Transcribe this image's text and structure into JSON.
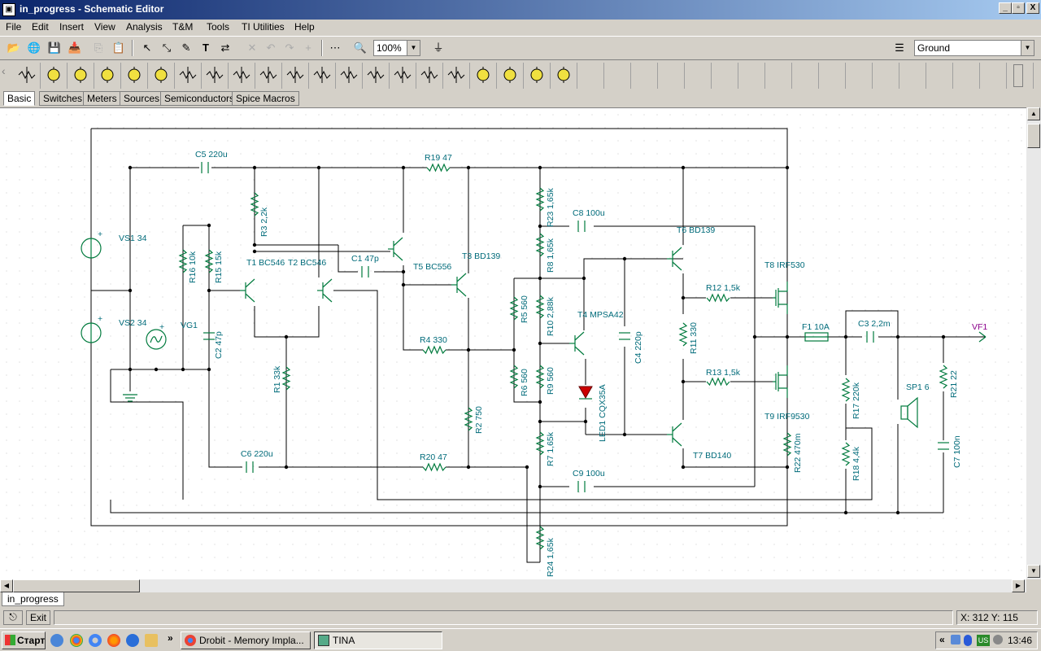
{
  "window": {
    "title": "in_progress - Schematic Editor",
    "minimize": "_",
    "maximize": "▫",
    "close": "X"
  },
  "menu": [
    "File",
    "Edit",
    "Insert",
    "View",
    "Analysis",
    "T&M",
    "Tools",
    "TI Utilities",
    "Help"
  ],
  "toolbar": {
    "zoom": "100%",
    "ground_select": "Ground"
  },
  "category_tabs": [
    "Basic",
    "Switches",
    "Meters",
    "Sources",
    "Semiconductors",
    "Spice Macros"
  ],
  "schematic": {
    "labels": {
      "C5": "C5 220u",
      "R19": "R19 47",
      "VS1": "VS1 34",
      "VS2": "VS2 34",
      "VG1": "VG1",
      "R3": "R3 2,2k",
      "R16": "R16 10k",
      "R15": "R15 15k",
      "T1": "T1 BC546",
      "T2": "T2 BC546",
      "C1": "C1 47p",
      "T5": "T5 BC556",
      "T3": "T3 BD139",
      "R23": "R23 1,65k",
      "C8": "C8 100u",
      "T6": "T6 BD139",
      "T8": "T8 IRF530",
      "R8": "R8 1,65k",
      "R5": "R5 560",
      "R10": "R10 2,88k",
      "T4": "T4 MPSA42",
      "C4": "C4 220p",
      "R11": "R11 330",
      "R12": "R12 1,5k",
      "C2": "C2 47p",
      "R4": "R4 330",
      "F1": "F1 10A",
      "C3": "C3 2,2m",
      "VF1": "VF1",
      "R13": "R13 1,5k",
      "R1": "R1 33k",
      "R6": "R6 560",
      "R9": "R9 560",
      "LED1": "LED1 CQX35A",
      "R2": "R2 750",
      "T9": "T9 IRF9530",
      "R17": "R17 220k",
      "SP1": "SP1 6",
      "R21": "R21 22",
      "C6": "C6 220u",
      "R20": "R20 47",
      "R7": "R7 1,65k",
      "T7": "T7 BD140",
      "R22": "R22 470m",
      "R18": "R18 4,4k",
      "C7": "C7 100n",
      "C9": "C9 100u",
      "R24": "R24 1,65k",
      "plus": "+"
    }
  },
  "doc_tab": "in_progress",
  "status": {
    "exit": "Exit",
    "coords": "X: 312  Y: 115"
  },
  "taskbar": {
    "start": "Старт",
    "more": "»",
    "tasks": [
      "Drobit - Memory Impla...",
      "TINA"
    ],
    "tray_chevron": "«",
    "lang": "US",
    "clock": "13:46"
  }
}
